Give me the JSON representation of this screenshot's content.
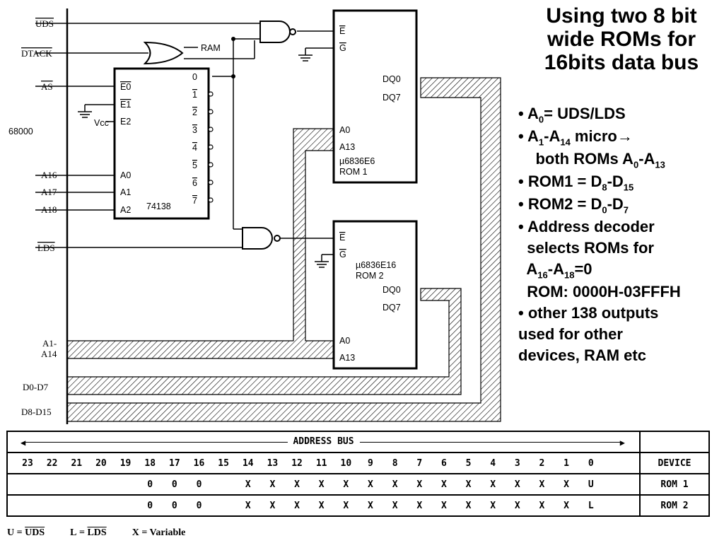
{
  "title": "Using two 8 bit wide ROMs for 16bits data bus",
  "bullets": [
    {
      "parts": [
        "• A",
        "0",
        "= UDS/LDS"
      ]
    },
    {
      "parts": [
        "• A",
        "1",
        "-A",
        "14",
        " micro→"
      ]
    },
    {
      "parts": [
        "    both ROMs A",
        "0",
        "-A",
        "13"
      ]
    },
    {
      "parts": [
        "• ROM1 = D",
        "8",
        "-D",
        "15"
      ]
    },
    {
      "parts": [
        "• ROM2 = D",
        "0",
        "-D",
        "7"
      ]
    },
    {
      "parts": [
        "• Address decoder"
      ]
    },
    {
      "parts": [
        "  selects ROMs for"
      ]
    },
    {
      "parts": [
        "  A",
        "16",
        "-A",
        "18",
        "=0"
      ]
    },
    {
      "parts": [
        "  ROM: 0000H-03FFFH"
      ]
    },
    {
      "parts": [
        "• other 138 outputs"
      ]
    },
    {
      "parts": [
        "used for other"
      ]
    },
    {
      "parts": [
        "devices, RAM etc"
      ]
    }
  ],
  "diagram": {
    "cpu_label": "68000",
    "signals": {
      "uds": "UDS",
      "dtack": "DTACK",
      "as": "AS",
      "lds": "LDS",
      "a16": "A16",
      "a17": "A17",
      "a18": "A18",
      "a1_a14_1": "A1-",
      "a1_a14_2": "A14",
      "d0_d7": "D0-D7",
      "d8_d15": "D8-D15"
    },
    "ram_label": "RAM",
    "decoder": {
      "name": "74138",
      "inputs": [
        "E0",
        "E1",
        "E2",
        "A0",
        "A1",
        "A2"
      ],
      "vcc": "Vcc",
      "outputs": [
        "0",
        "1",
        "2",
        "3",
        "4",
        "5",
        "6",
        "7"
      ]
    },
    "rom1": {
      "e": "E",
      "g": "G",
      "dq0": "DQ0",
      "dq7": "DQ7",
      "a0": "A0",
      "a13": "A13",
      "part": "µ6836E6",
      "name": "ROM 1"
    },
    "rom2": {
      "e": "E",
      "g": "G",
      "dq0": "DQ0",
      "dq7": "DQ7",
      "a0": "A0",
      "a13": "A13",
      "part": "µ6836E16",
      "name": "ROM 2"
    }
  },
  "address_table": {
    "header_label": "ADDRESS BUS",
    "device_header": "DEVICE",
    "bits": [
      "23",
      "22",
      "21",
      "20",
      "19",
      "18",
      "17",
      "16",
      "15",
      "14",
      "13",
      "12",
      "11",
      "10",
      "9",
      "8",
      "7",
      "6",
      "5",
      "4",
      "3",
      "2",
      "1",
      "0"
    ],
    "rows": [
      {
        "cells": [
          "",
          "",
          "",
          "",
          "",
          "0",
          "0",
          "0",
          "",
          "X",
          "X",
          "X",
          "X",
          "X",
          "X",
          "X",
          "X",
          "X",
          "X",
          "X",
          "X",
          "X",
          "X",
          "U"
        ],
        "device": "ROM 1"
      },
      {
        "cells": [
          "",
          "",
          "",
          "",
          "",
          "0",
          "0",
          "0",
          "",
          "X",
          "X",
          "X",
          "X",
          "X",
          "X",
          "X",
          "X",
          "X",
          "X",
          "X",
          "X",
          "X",
          "X",
          "L"
        ],
        "device": "ROM 2"
      }
    ]
  },
  "legend": [
    {
      "key": "U",
      "eq": " = ",
      "val": "UDS"
    },
    {
      "key": "L",
      "eq": " = ",
      "val": "LDS"
    },
    {
      "key": "X",
      "eq": " = ",
      "val": "Variable"
    }
  ]
}
